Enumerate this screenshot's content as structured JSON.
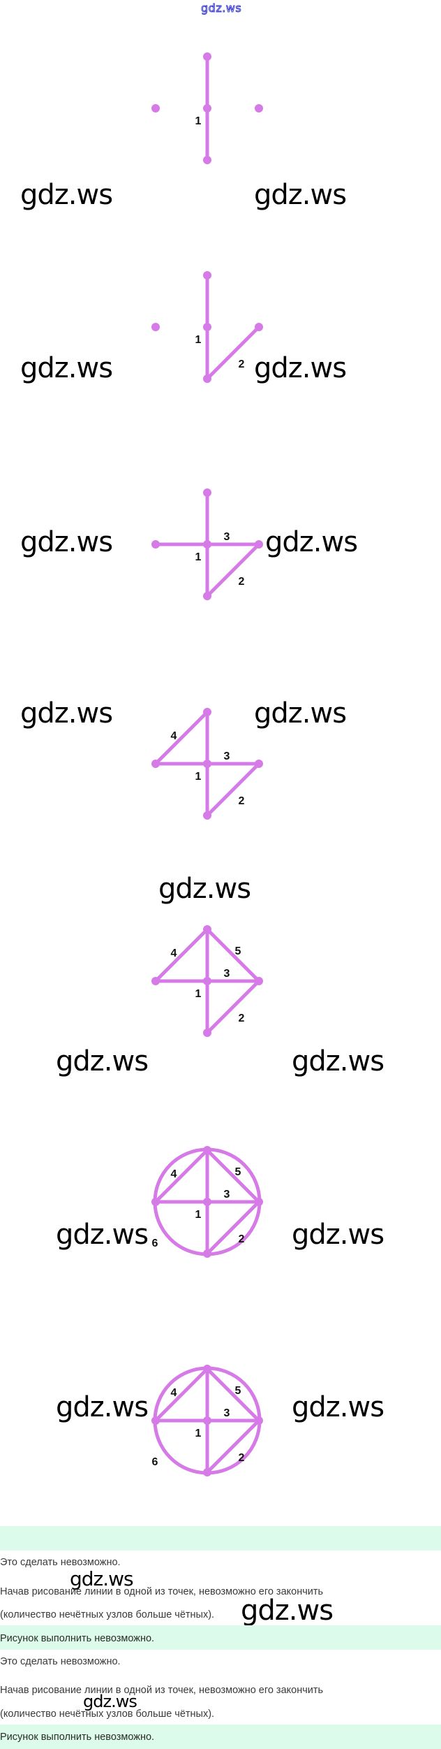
{
  "logo": "gdz.ws",
  "watermark": "gdz.ws",
  "colors": {
    "graph": "#d67ae8",
    "band": "#dcfbea",
    "text": "#3a3a3a"
  },
  "panels": [
    {
      "edges": [
        "1"
      ]
    },
    {
      "edges": [
        "1",
        "2"
      ]
    },
    {
      "edges": [
        "1",
        "2",
        "3"
      ]
    },
    {
      "edges": [
        "1",
        "2",
        "3",
        "4"
      ]
    },
    {
      "edges": [
        "1",
        "2",
        "3",
        "4",
        "5"
      ]
    },
    {
      "edges": [
        "1",
        "2",
        "3",
        "4",
        "5",
        "6"
      ]
    },
    {
      "edges": [
        "1",
        "2",
        "3",
        "4",
        "5",
        "6"
      ]
    }
  ],
  "answers": [
    {
      "line1": "Это сделать невозможно.",
      "line2": "Начав рисование линии в одной из точек, невозможно его закончить",
      "line3": "(количество нечётных узлов больше чётных).",
      "conclusion": "Рисунок выполнить невозможно."
    },
    {
      "line1": "Это сделать невозможно.",
      "line2": "Начав рисование линии в одной из точек, невозможно его закончить",
      "line3": "(количество нечётных узлов больше чётных).",
      "conclusion": "Рисунок выполнить невозможно."
    }
  ]
}
